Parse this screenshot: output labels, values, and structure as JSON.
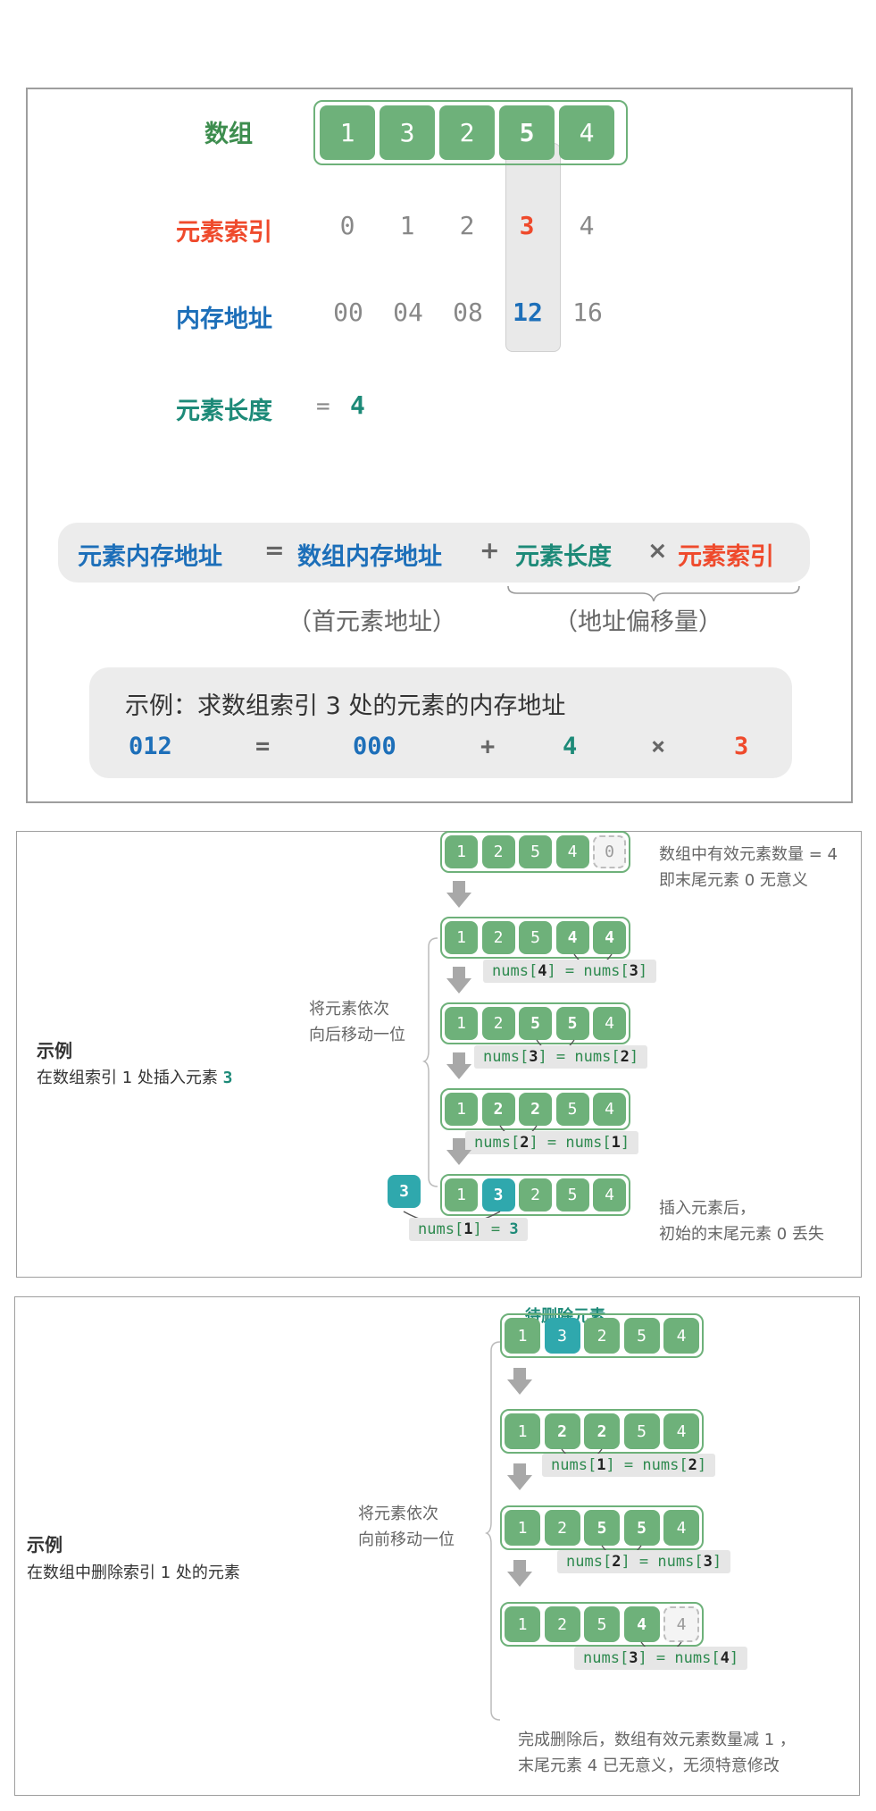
{
  "colors": {
    "green": "#6eb17a",
    "teal": "#2fa8ad",
    "label_green": "#3d8d4e",
    "red": "#ef4a2c",
    "blue": "#1d6fb9",
    "dark_teal": "#1d8a78"
  },
  "fig1": {
    "label_array": "数组",
    "label_index": "元素索引",
    "label_address": "内存地址",
    "label_length": "元素长度",
    "length_eq": "=",
    "length_value": "4",
    "array_values": [
      "1",
      "3",
      "2",
      "5",
      "4"
    ],
    "indices": [
      "0",
      "1",
      "2",
      "3",
      "4"
    ],
    "addresses": [
      "00",
      "04",
      "08",
      "12",
      "16"
    ],
    "formula": {
      "t1": "元素内存地址",
      "eq": "=",
      "t2": "数组内存地址",
      "plus": "+",
      "t3": "元素长度",
      "times": "×",
      "t4": "元素索引"
    },
    "note1": "（首元素地址）",
    "note2": "（地址偏移量）",
    "example_title": "示例：求数组索引 3 处的元素的内存地址",
    "example_row": {
      "a": "012",
      "eq": "=",
      "b": "000",
      "plus": "+",
      "c": "4",
      "times": "×",
      "d": "3"
    }
  },
  "fig2": {
    "title": "示例",
    "subtitle_pre": "在数组索引 1 处插入元素 ",
    "subtitle_val": "3",
    "side_label_1": "将元素依次",
    "side_label_2": "向后移动一位",
    "row0": [
      "1",
      "2",
      "5",
      "4",
      "0"
    ],
    "row1": [
      "1",
      "2",
      "5",
      "4",
      "4"
    ],
    "row2": [
      "1",
      "2",
      "5",
      "5",
      "4"
    ],
    "row3": [
      "1",
      "2",
      "2",
      "5",
      "4"
    ],
    "row4": [
      "1",
      "3",
      "2",
      "5",
      "4"
    ],
    "insert_value": "3",
    "note_top_1": "数组中有效元素数量 = 4",
    "note_top_2": "即末尾元素 0 无意义",
    "note_bottom_1": "插入元素后，",
    "note_bottom_2": "初始的末尾元素 0 丢失",
    "codes": [
      {
        "pre": "nums[",
        "i": "4",
        "mid": "] = nums[",
        "j": "3",
        "post": "]"
      },
      {
        "pre": "nums[",
        "i": "3",
        "mid": "] = nums[",
        "j": "2",
        "post": "]"
      },
      {
        "pre": "nums[",
        "i": "2",
        "mid": "] = nums[",
        "j": "1",
        "post": "]"
      },
      {
        "pre": "nums[",
        "i": "1",
        "mid": "] = ",
        "j": "3",
        "post": ""
      }
    ]
  },
  "fig3": {
    "title": "示例",
    "subtitle": "在数组中删除索引 1 处的元素",
    "pending_label": "待删除元素",
    "side_label_1": "将元素依次",
    "side_label_2": "向前移动一位",
    "row0": [
      "1",
      "3",
      "2",
      "5",
      "4"
    ],
    "row1": [
      "1",
      "2",
      "2",
      "5",
      "4"
    ],
    "row2": [
      "1",
      "2",
      "5",
      "5",
      "4"
    ],
    "row3": [
      "1",
      "2",
      "5",
      "4",
      "4"
    ],
    "codes": [
      {
        "pre": "nums[",
        "i": "1",
        "mid": "] = nums[",
        "j": "2",
        "post": "]"
      },
      {
        "pre": "nums[",
        "i": "2",
        "mid": "] = nums[",
        "j": "3",
        "post": "]"
      },
      {
        "pre": "nums[",
        "i": "3",
        "mid": "] = nums[",
        "j": "4",
        "post": "]"
      }
    ],
    "note_bottom_1": "完成删除后，数组有效元素数量减 1 ，",
    "note_bottom_2": "末尾元素 4 已无意义，无须特意修改"
  }
}
